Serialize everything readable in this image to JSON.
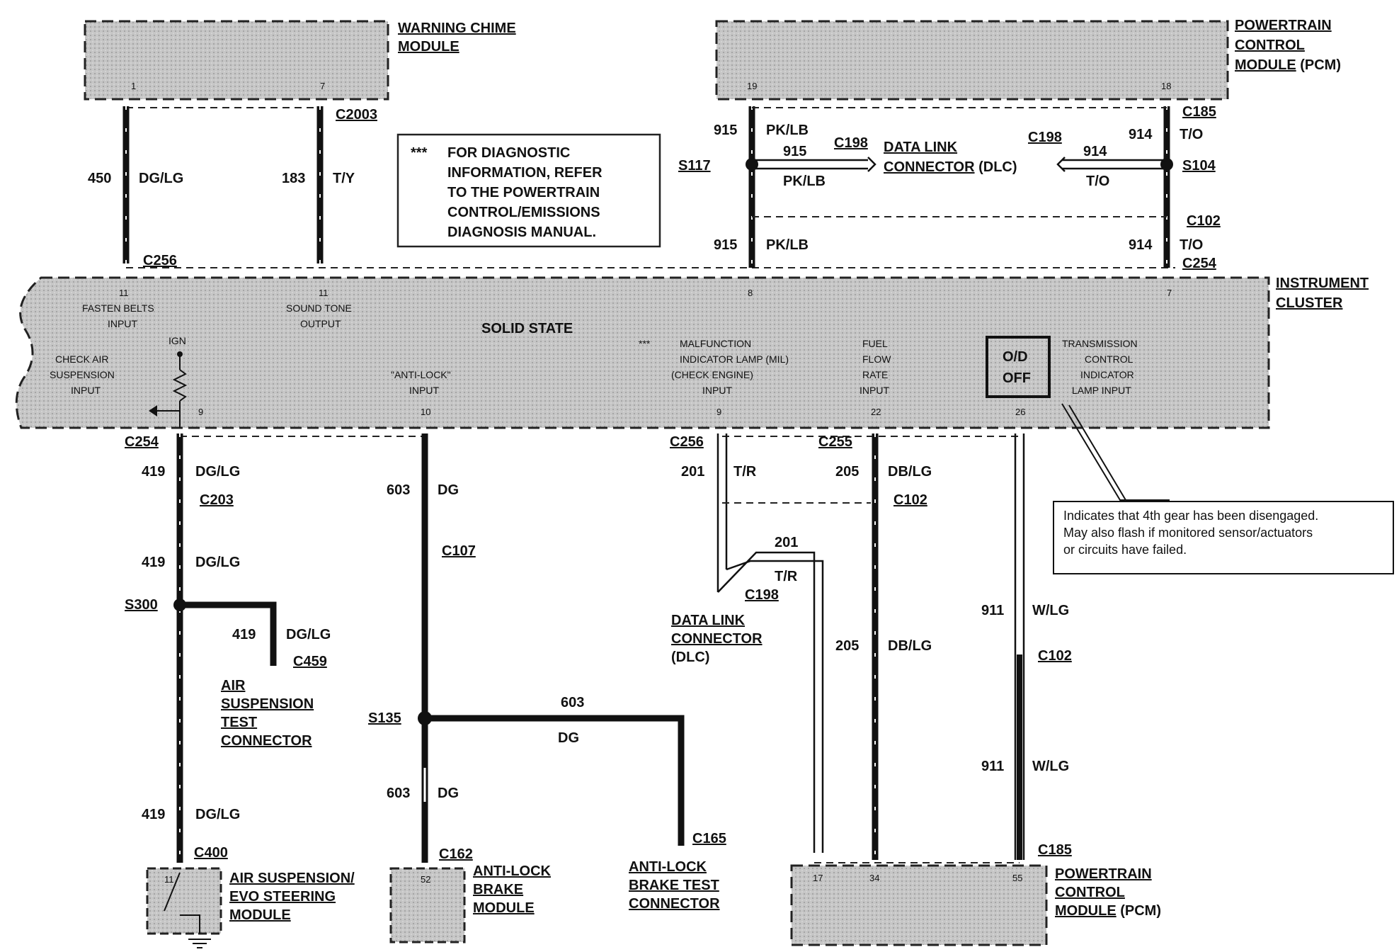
{
  "modules": {
    "warning_chime": {
      "label_1": "WARNING CHIME",
      "label_2": "MODULE",
      "pin_a": "1",
      "pin_b": "7"
    },
    "pcm_top": {
      "label_1": "POWERTRAIN",
      "label_2": "CONTROL",
      "label_3": "MODULE",
      "label_3_suffix": "(PCM)",
      "pin_a": "19",
      "pin_b": "18"
    },
    "instrument_cluster": {
      "label_1": "INSTRUMENT",
      "label_2": "CLUSTER",
      "solid_state": "SOLID STATE",
      "fasten_belts": {
        "pin": "11",
        "line_1": "FASTEN BELTS",
        "line_2": "INPUT"
      },
      "sound_tone": {
        "pin": "11",
        "line_1": "SOUND TONE",
        "line_2": "OUTPUT"
      },
      "ign": "IGN",
      "check_air": {
        "pin": "9",
        "line_1": "CHECK AIR",
        "line_2": "SUSPENSION",
        "line_3": "INPUT"
      },
      "anti_lock": {
        "pin": "10",
        "line_1": "\"ANTI-LOCK\"",
        "line_2": "INPUT"
      },
      "mil": {
        "top_pin": "8",
        "pin": "9",
        "marker": "***",
        "line_1": "MALFUNCTION",
        "line_2": "INDICATOR LAMP (MIL)",
        "line_3": "(CHECK ENGINE)",
        "line_4": "INPUT"
      },
      "fuel_flow": {
        "pin": "22",
        "line_1": "FUEL",
        "line_2": "FLOW",
        "line_3": "RATE",
        "line_4": "INPUT"
      },
      "od_off": {
        "line_1": "O/D",
        "line_2": "OFF"
      },
      "transmission": {
        "top_pin": "7",
        "pin": "26",
        "line_1": "TRANSMISSION",
        "line_2": "CONTROL",
        "line_3": "INDICATOR",
        "line_4": "LAMP INPUT"
      }
    },
    "air_suspension": {
      "label_1": "AIR SUSPENSION/",
      "label_2": "EVO STEERING",
      "label_3": "MODULE",
      "pin": "11"
    },
    "anti_lock_module": {
      "label_1": "ANTI-LOCK",
      "label_2": "BRAKE",
      "label_3": "MODULE",
      "pin": "52"
    },
    "pcm_bottom": {
      "label_1": "POWERTRAIN",
      "label_2": "CONTROL",
      "label_3": "MODULE",
      "label_3_suffix": "(PCM)",
      "pin_a": "17",
      "pin_b": "34",
      "pin_c": "55"
    }
  },
  "note": {
    "marker": "***",
    "line_1": "FOR DIAGNOSTIC",
    "line_2": "INFORMATION, REFER",
    "line_3": "TO THE POWERTRAIN",
    "line_4": "CONTROL/EMISSIONS",
    "line_5": "DIAGNOSIS MANUAL."
  },
  "callout": {
    "line_1": "Indicates that 4th gear has been disengaged.",
    "line_2": "May also flash if monitored sensor/actuators",
    "line_3": "or circuits have failed."
  },
  "connectors": {
    "c2003": "C2003",
    "c256_top": "C256",
    "c185_top": "C185",
    "c198_a": "C198",
    "c198_b": "C198",
    "c102_top": "C102",
    "c254_top": "C254",
    "c254_bottom": "C254",
    "c203": "C203",
    "c459": "C459",
    "c400": "C400",
    "c107": "C107",
    "c162": "C162",
    "c165": "C165",
    "c256_bottom": "C256",
    "c198_c": "C198",
    "c255": "C255",
    "c102_a": "C102",
    "c102_b": "C102",
    "c185_bottom": "C185"
  },
  "splices": {
    "s117": "S117",
    "s104": "S104",
    "s300": "S300",
    "s135": "S135"
  },
  "dlc_top": {
    "line_1": "DATA LINK",
    "line_2": "CONNECTOR",
    "line_2_suffix": "(DLC)"
  },
  "dlc_bottom": {
    "line_1": "DATA LINK",
    "line_2": "CONNECTOR",
    "line_3": "(DLC)"
  },
  "air_susp_test": {
    "line_1": "AIR",
    "line_2": "SUSPENSION",
    "line_3": "TEST",
    "line_4": "CONNECTOR"
  },
  "abs_test": {
    "line_1": "ANTI-LOCK",
    "line_2": "BRAKE TEST",
    "line_3": "CONNECTOR"
  },
  "wires": {
    "w450": {
      "num": "450",
      "color": "DG/LG"
    },
    "w183": {
      "num": "183",
      "color": "T/Y"
    },
    "w915_a": {
      "num": "915",
      "color": "PK/LB"
    },
    "w915_b": {
      "num": "915",
      "color": "PK/LB"
    },
    "w915_c": {
      "num": "915",
      "color": "PK/LB"
    },
    "w914_a": {
      "num": "914",
      "color": "T/O"
    },
    "w914_b": {
      "num": "914",
      "color": "T/O"
    },
    "w914_c": {
      "num": "914",
      "color": "T/O"
    },
    "w419_a": {
      "num": "419",
      "color": "DG/LG"
    },
    "w419_b": {
      "num": "419",
      "color": "DG/LG"
    },
    "w419_c": {
      "num": "419",
      "color": "DG/LG"
    },
    "w419_d": {
      "num": "419",
      "color": "DG/LG"
    },
    "w603_a": {
      "num": "603",
      "color": "DG"
    },
    "w603_b": {
      "num": "603",
      "color": "DG"
    },
    "w603_c": {
      "num": "603",
      "color": "DG"
    },
    "w201_a": {
      "num": "201",
      "color": "T/R"
    },
    "w201_b": {
      "num": "201",
      "color": "T/R"
    },
    "w205_a": {
      "num": "205",
      "color": "DB/LG"
    },
    "w205_b": {
      "num": "205",
      "color": "DB/LG"
    },
    "w911_a": {
      "num": "911",
      "color": "W/LG"
    },
    "w911_b": {
      "num": "911",
      "color": "W/LG"
    }
  }
}
